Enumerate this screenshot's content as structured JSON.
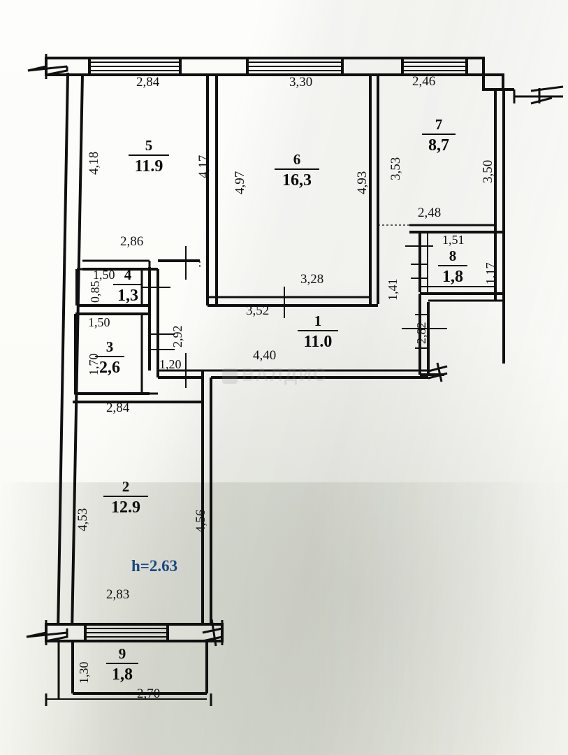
{
  "document": {
    "type": "apartment-floor-plan",
    "ceiling_height_note": "h=2.63",
    "watermark": "ВАЛДИС"
  },
  "rooms": [
    {
      "id": "room-1",
      "number": "1",
      "area": "11.0"
    },
    {
      "id": "room-2",
      "number": "2",
      "area": "12.9"
    },
    {
      "id": "room-3",
      "number": "3",
      "area": "2,6"
    },
    {
      "id": "room-4",
      "number": "4",
      "area": "1,3"
    },
    {
      "id": "room-5",
      "number": "5",
      "area": "11.9"
    },
    {
      "id": "room-6",
      "number": "6",
      "area": "16,3"
    },
    {
      "id": "room-7",
      "number": "7",
      "area": "8,7"
    },
    {
      "id": "room-8",
      "number": "8",
      "area": "1,8"
    },
    {
      "id": "room-9",
      "number": "9",
      "area": "1,8"
    }
  ],
  "dimensions": {
    "top_wall_5": "2,84",
    "top_wall_6": "3,30",
    "top_wall_7": "2,46",
    "left_outer": "4,18",
    "room5_right": "4,17",
    "room6_left": "4,97",
    "room6_right": "4,93",
    "room7_left": "3,53",
    "room7_right": "3,50",
    "room5_bottom": "2,86",
    "room4_width": "1,50",
    "room4_height": "0,85",
    "room3_width": "1,50",
    "room3_height": "1,70",
    "corridor_h": "2,92",
    "corridor_w": "1,20",
    "room2_top": "2,84",
    "room6_bottom_inner": "3,28",
    "room1_top": "3,52",
    "room1_right": "1,41",
    "room1_bottom": "4,40",
    "room8_top": "2,48",
    "room8_width": "1,51",
    "room8_height": "1,17",
    "hall_right": "2,82",
    "room2_left": "4,53",
    "room2_right": "4,56",
    "room2_bottom": "2,83",
    "balcony_height": "1,30",
    "balcony_width": "2,70"
  },
  "colors": {
    "line": "#101010",
    "note": "#1d4f93",
    "paper": "#fbfbf8"
  }
}
